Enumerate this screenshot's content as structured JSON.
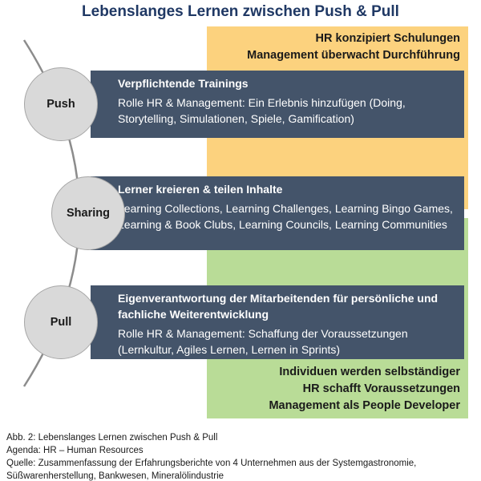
{
  "title": "Lebenslanges Lernen zwischen Push & Pull",
  "colors": {
    "title": "#1f3864",
    "orange_panel": "#fcd27e",
    "green_panel": "#b9dc97",
    "bar": "#44546a",
    "circle": "#d9d9d9"
  },
  "orange_panel": {
    "lines": [
      "HR konzipiert Schulungen",
      "Management überwacht Durchführung"
    ]
  },
  "green_panel": {
    "lines": [
      "Individuen werden selbständiger",
      "HR schafft Voraussetzungen",
      "Management als People Developer"
    ]
  },
  "stages": [
    {
      "label": "Push",
      "heading": "Verpflichtende Trainings",
      "body": "Rolle HR & Management: Ein Erlebnis hinzufügen (Doing, Storytelling, Simulationen, Spiele, Gamification)"
    },
    {
      "label": "Sharing",
      "heading": "Lerner kreieren & teilen Inhalte",
      "body": "Learning Collections, Learning Challenges, Learning Bingo Games, Learning & Book Clubs, Learning Councils, Learning Communities"
    },
    {
      "label": "Pull",
      "heading": "Eigenverantwortung der Mitarbeitenden für persönliche und fachliche Weiterentwicklung",
      "body": "Rolle HR & Management: Schaffung der Voraussetzungen (Lernkultur, Agiles Lernen, Lernen in Sprints)"
    }
  ],
  "caption": {
    "lines": [
      "Abb. 2: Lebenslanges Lernen zwischen Push & Pull",
      "Agenda: HR – Human Resources",
      "Quelle: Zusammenfassung der Erfahrungsberichte von 4 Unternehmen aus der Systemgastronomie,",
      "Süßwarenherstellung, Bankwesen, Mineralölindustrie"
    ]
  }
}
